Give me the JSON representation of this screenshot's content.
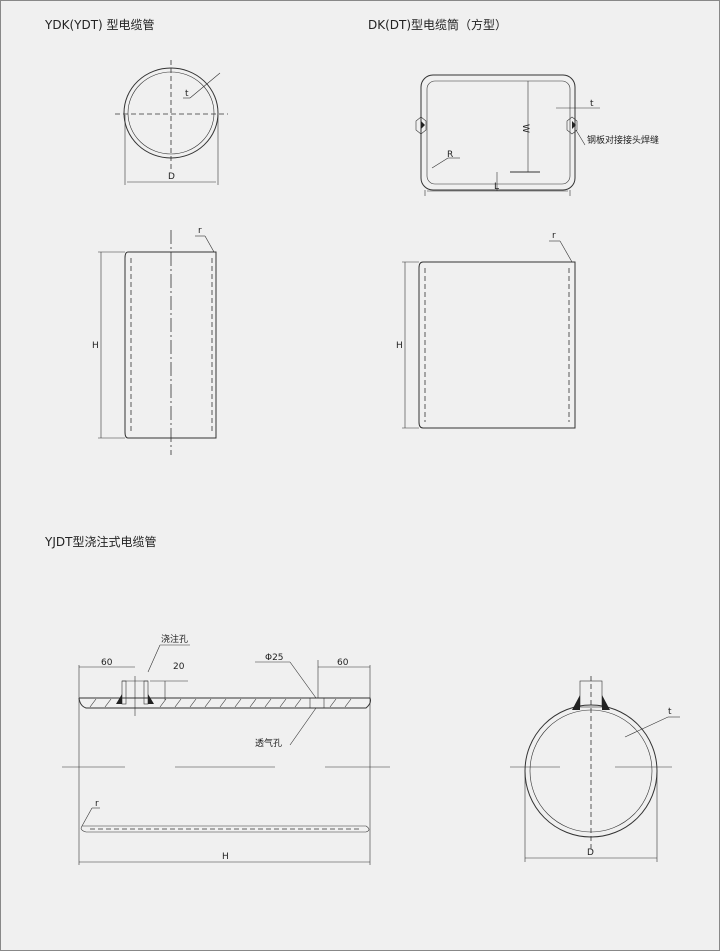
{
  "titles": {
    "round_pipe": "YDK(YDT) 型电缆管",
    "square_pipe": "DK(DT)型电缆筒（方型）",
    "cast_pipe": "YJDT型浇注式电缆管"
  },
  "labels": {
    "t": "t",
    "D": "D",
    "W": "W",
    "L": "L",
    "R": "R",
    "r": "r",
    "H": "H",
    "weld_note": "钢板对接接头焊缝",
    "pour_hole": "浇注孔",
    "vent_hole": "透气孔",
    "dim_60_left": "60",
    "dim_60_right": "60",
    "dim_20": "20",
    "dim_phi25": "Φ25"
  }
}
